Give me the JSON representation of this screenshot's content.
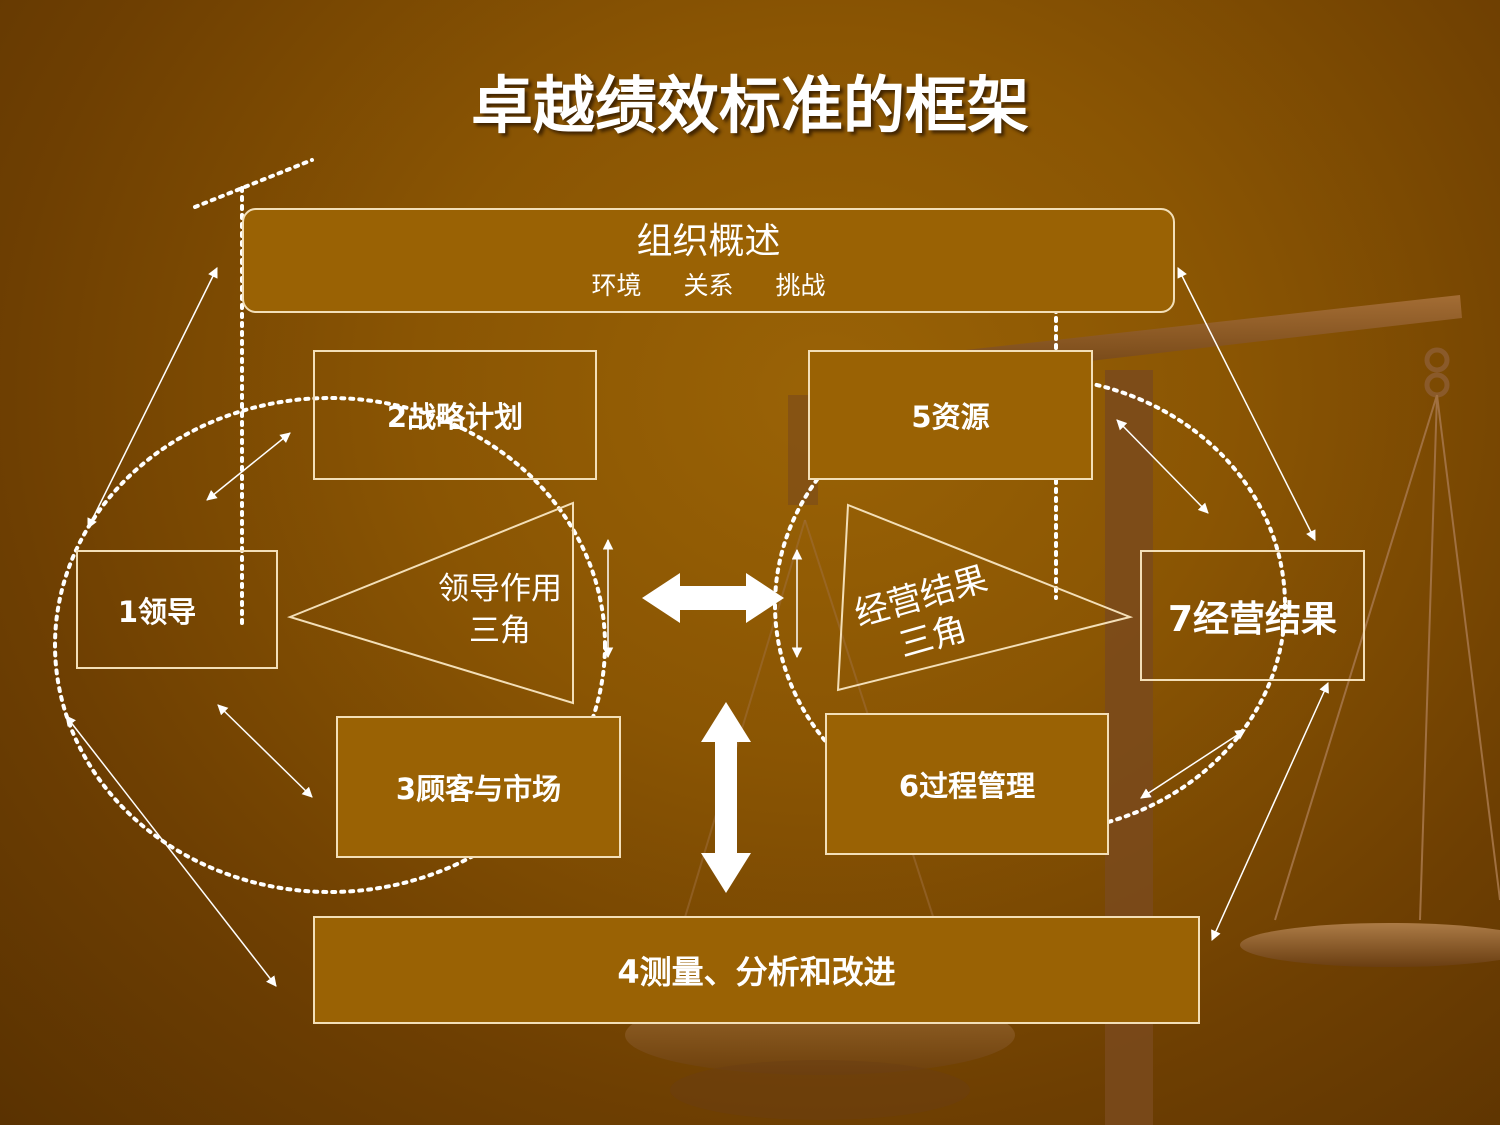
{
  "title": "卓越绩效标准的框架",
  "overview": {
    "title": "组织概述",
    "items": [
      "环境",
      "关系",
      "挑战"
    ]
  },
  "boxes": {
    "leadership": "1领导",
    "strategy": "2战略计划",
    "customer": "3顾客与市场",
    "measurement": "4测量、分析和改进",
    "resources": "5资源",
    "process": "6过程管理",
    "results": "7经营结果"
  },
  "triangles": {
    "leadership": [
      "领导作用",
      "三角"
    ],
    "results": [
      "经营结果",
      "三角"
    ]
  },
  "colors": {
    "background": "#8a5503",
    "box_fill": "#9a6204",
    "line": "#f3dfb8",
    "text": "#ffffff"
  }
}
